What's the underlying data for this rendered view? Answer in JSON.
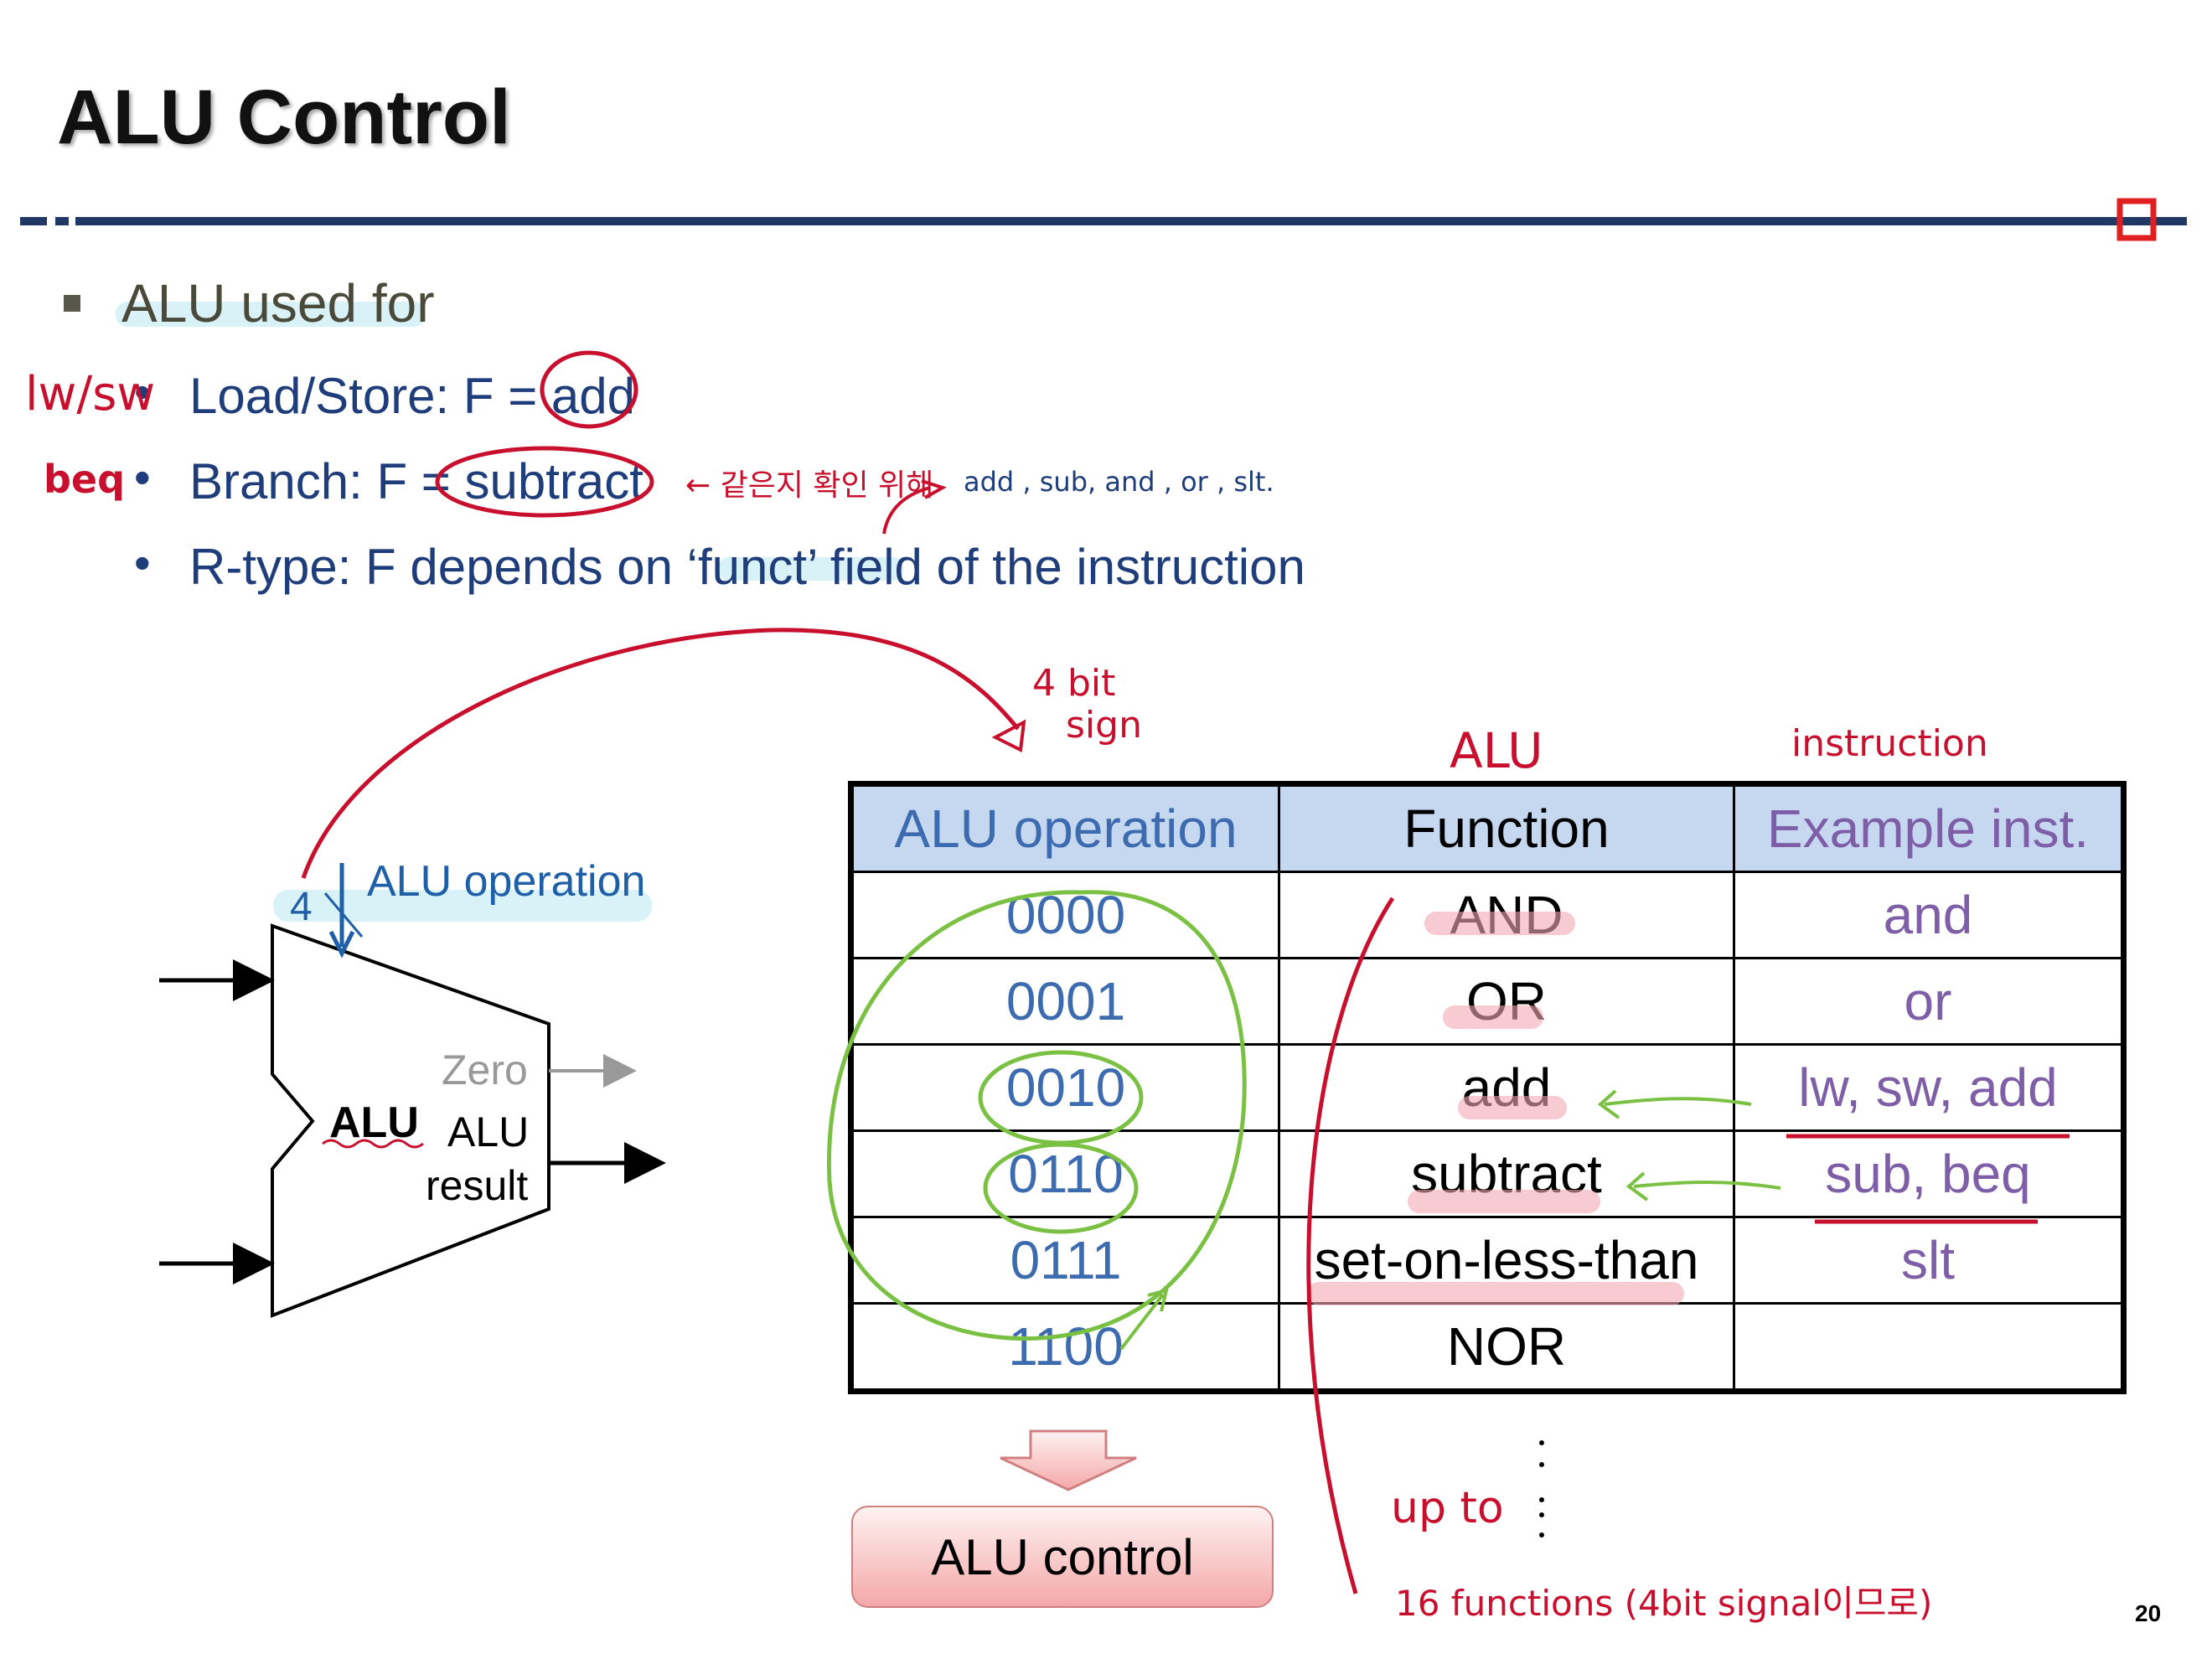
{
  "slide": {
    "title": "ALU Control",
    "page_number": "20"
  },
  "bullets": {
    "main": "ALU used for",
    "items": [
      "Load/Store: F = add",
      "Branch: F = subtract",
      "R-type: F depends on ‘funct’ field of the instruction"
    ]
  },
  "diagram": {
    "control_width": "4",
    "control_label": "ALU operation",
    "alu_label": "ALU",
    "zero_label": "Zero",
    "result_label_1": "ALU",
    "result_label_2": "result"
  },
  "table": {
    "headers": [
      "ALU operation",
      "Function",
      "Example inst."
    ],
    "rows": [
      [
        "0000",
        "AND",
        "and"
      ],
      [
        "0001",
        "OR",
        "or"
      ],
      [
        "0010",
        "add",
        "lw, sw, add"
      ],
      [
        "0110",
        "subtract",
        "sub, beq"
      ],
      [
        "0111",
        "set-on-less-than",
        "slt"
      ],
      [
        "1100",
        "NOR",
        ""
      ]
    ]
  },
  "alu_control_label": "ALU control",
  "annotations": {
    "lw_sw": "lw/sw",
    "beq": "beq",
    "branch_note": "← 같은지 확인 위해",
    "funct_note": "add , sub, and , or , slt.",
    "four_bit": "4 bit",
    "sign": "sign",
    "alu_col": "ALU",
    "instruction_col": "instruction",
    "up_to": "up to",
    "functions_note": "16 functions (4bit signal이므로)"
  },
  "colors": {
    "ink_red": "#c8102e",
    "ink_green": "#7ac143",
    "ink_blue": "#1f3d7a",
    "header_bg": "#c5d8f0",
    "divider": "#1f3864"
  }
}
